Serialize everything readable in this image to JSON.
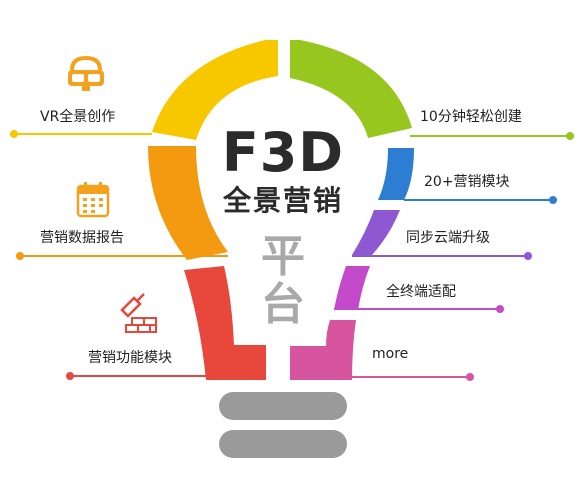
{
  "center": {
    "title": "F3D",
    "subtitle": "全景营销",
    "platform_char_1": "平",
    "platform_char_2": "台"
  },
  "features_left": [
    {
      "label": "VR全景创作",
      "icon": "vr-headset-icon"
    },
    {
      "label": "营销数据报告",
      "icon": "calendar-report-icon"
    },
    {
      "label": "营销功能模块",
      "icon": "trowel-bricks-icon"
    }
  ],
  "features_right": [
    {
      "label": "10分钟轻松创建"
    },
    {
      "label": "20+营销模块"
    },
    {
      "label": "同步云端升级"
    },
    {
      "label": "全终端适配"
    },
    {
      "label": "more"
    }
  ],
  "colors": {
    "yellow": "#F7C700",
    "green": "#97C61E",
    "blue": "#2D7DD2",
    "purple": "#8E58D3",
    "magenta": "#C24ACB",
    "pink": "#D6559E",
    "orange": "#F39A10",
    "red": "#E8473C",
    "gray": "#9A9A9A",
    "icon_orange": "#F3A21E",
    "icon_red": "#E8473C"
  }
}
